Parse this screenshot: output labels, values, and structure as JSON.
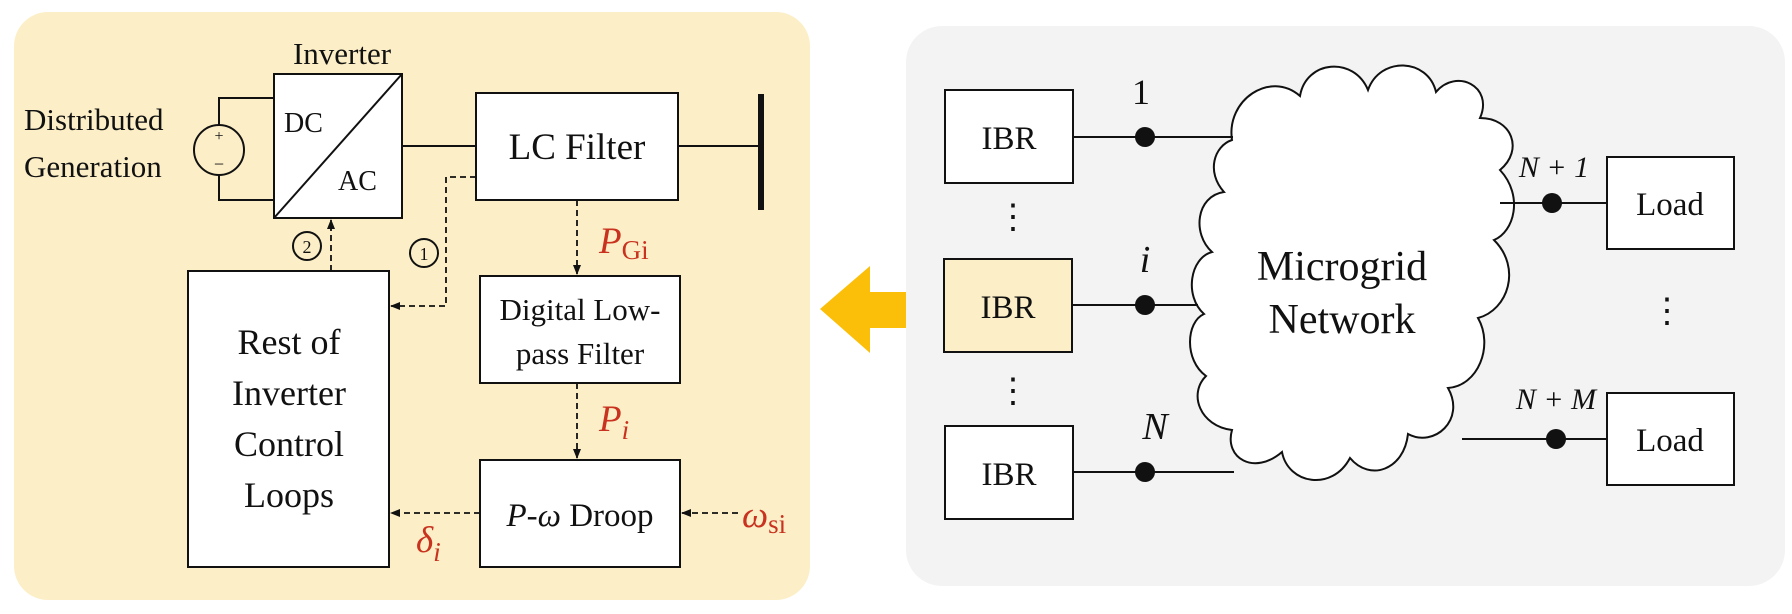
{
  "colors": {
    "left_panel_bg": "#fcefc7",
    "right_panel_bg": "#f3f3f3",
    "arrow": "#fbbf0a",
    "highlight_box": "#fcefc7",
    "signal_text": "#c8321e"
  },
  "left": {
    "inverter_label": "Inverter",
    "dg_line1": "Distributed",
    "dg_line2": "Generation",
    "source_plus": "+",
    "source_minus": "−",
    "dc": "DC",
    "ac": "AC",
    "lc_filter": "LC Filter",
    "lpf_line1": "Digital Low-",
    "lpf_line2": "pass Filter",
    "droop_p": "P",
    "droop_dash": "-",
    "droop_w": "ω",
    "droop_rest": " Droop",
    "rest_l1": "Rest of",
    "rest_l2": "Inverter",
    "rest_l3": "Control",
    "rest_l4": "Loops",
    "marker_1": "1",
    "marker_2": "2",
    "sig_pg_main": "P",
    "sig_pg_sub": "Gi",
    "sig_p_main": "P",
    "sig_p_sub": "i",
    "sig_delta_main": "δ",
    "sig_delta_sub": "i",
    "sig_omega_main": "ω",
    "sig_omega_sub": "si"
  },
  "right": {
    "ibr_top": "IBR",
    "ibr_mid": "IBR",
    "ibr_bot": "IBR",
    "node_1": "1",
    "node_i": "i",
    "node_n": "N",
    "node_n1": "N + 1",
    "node_nm": "N + M",
    "network_line1": "Microgrid",
    "network_line2": "Network",
    "load_top": "Load",
    "load_bot": "Load",
    "vdots": "⋮"
  }
}
